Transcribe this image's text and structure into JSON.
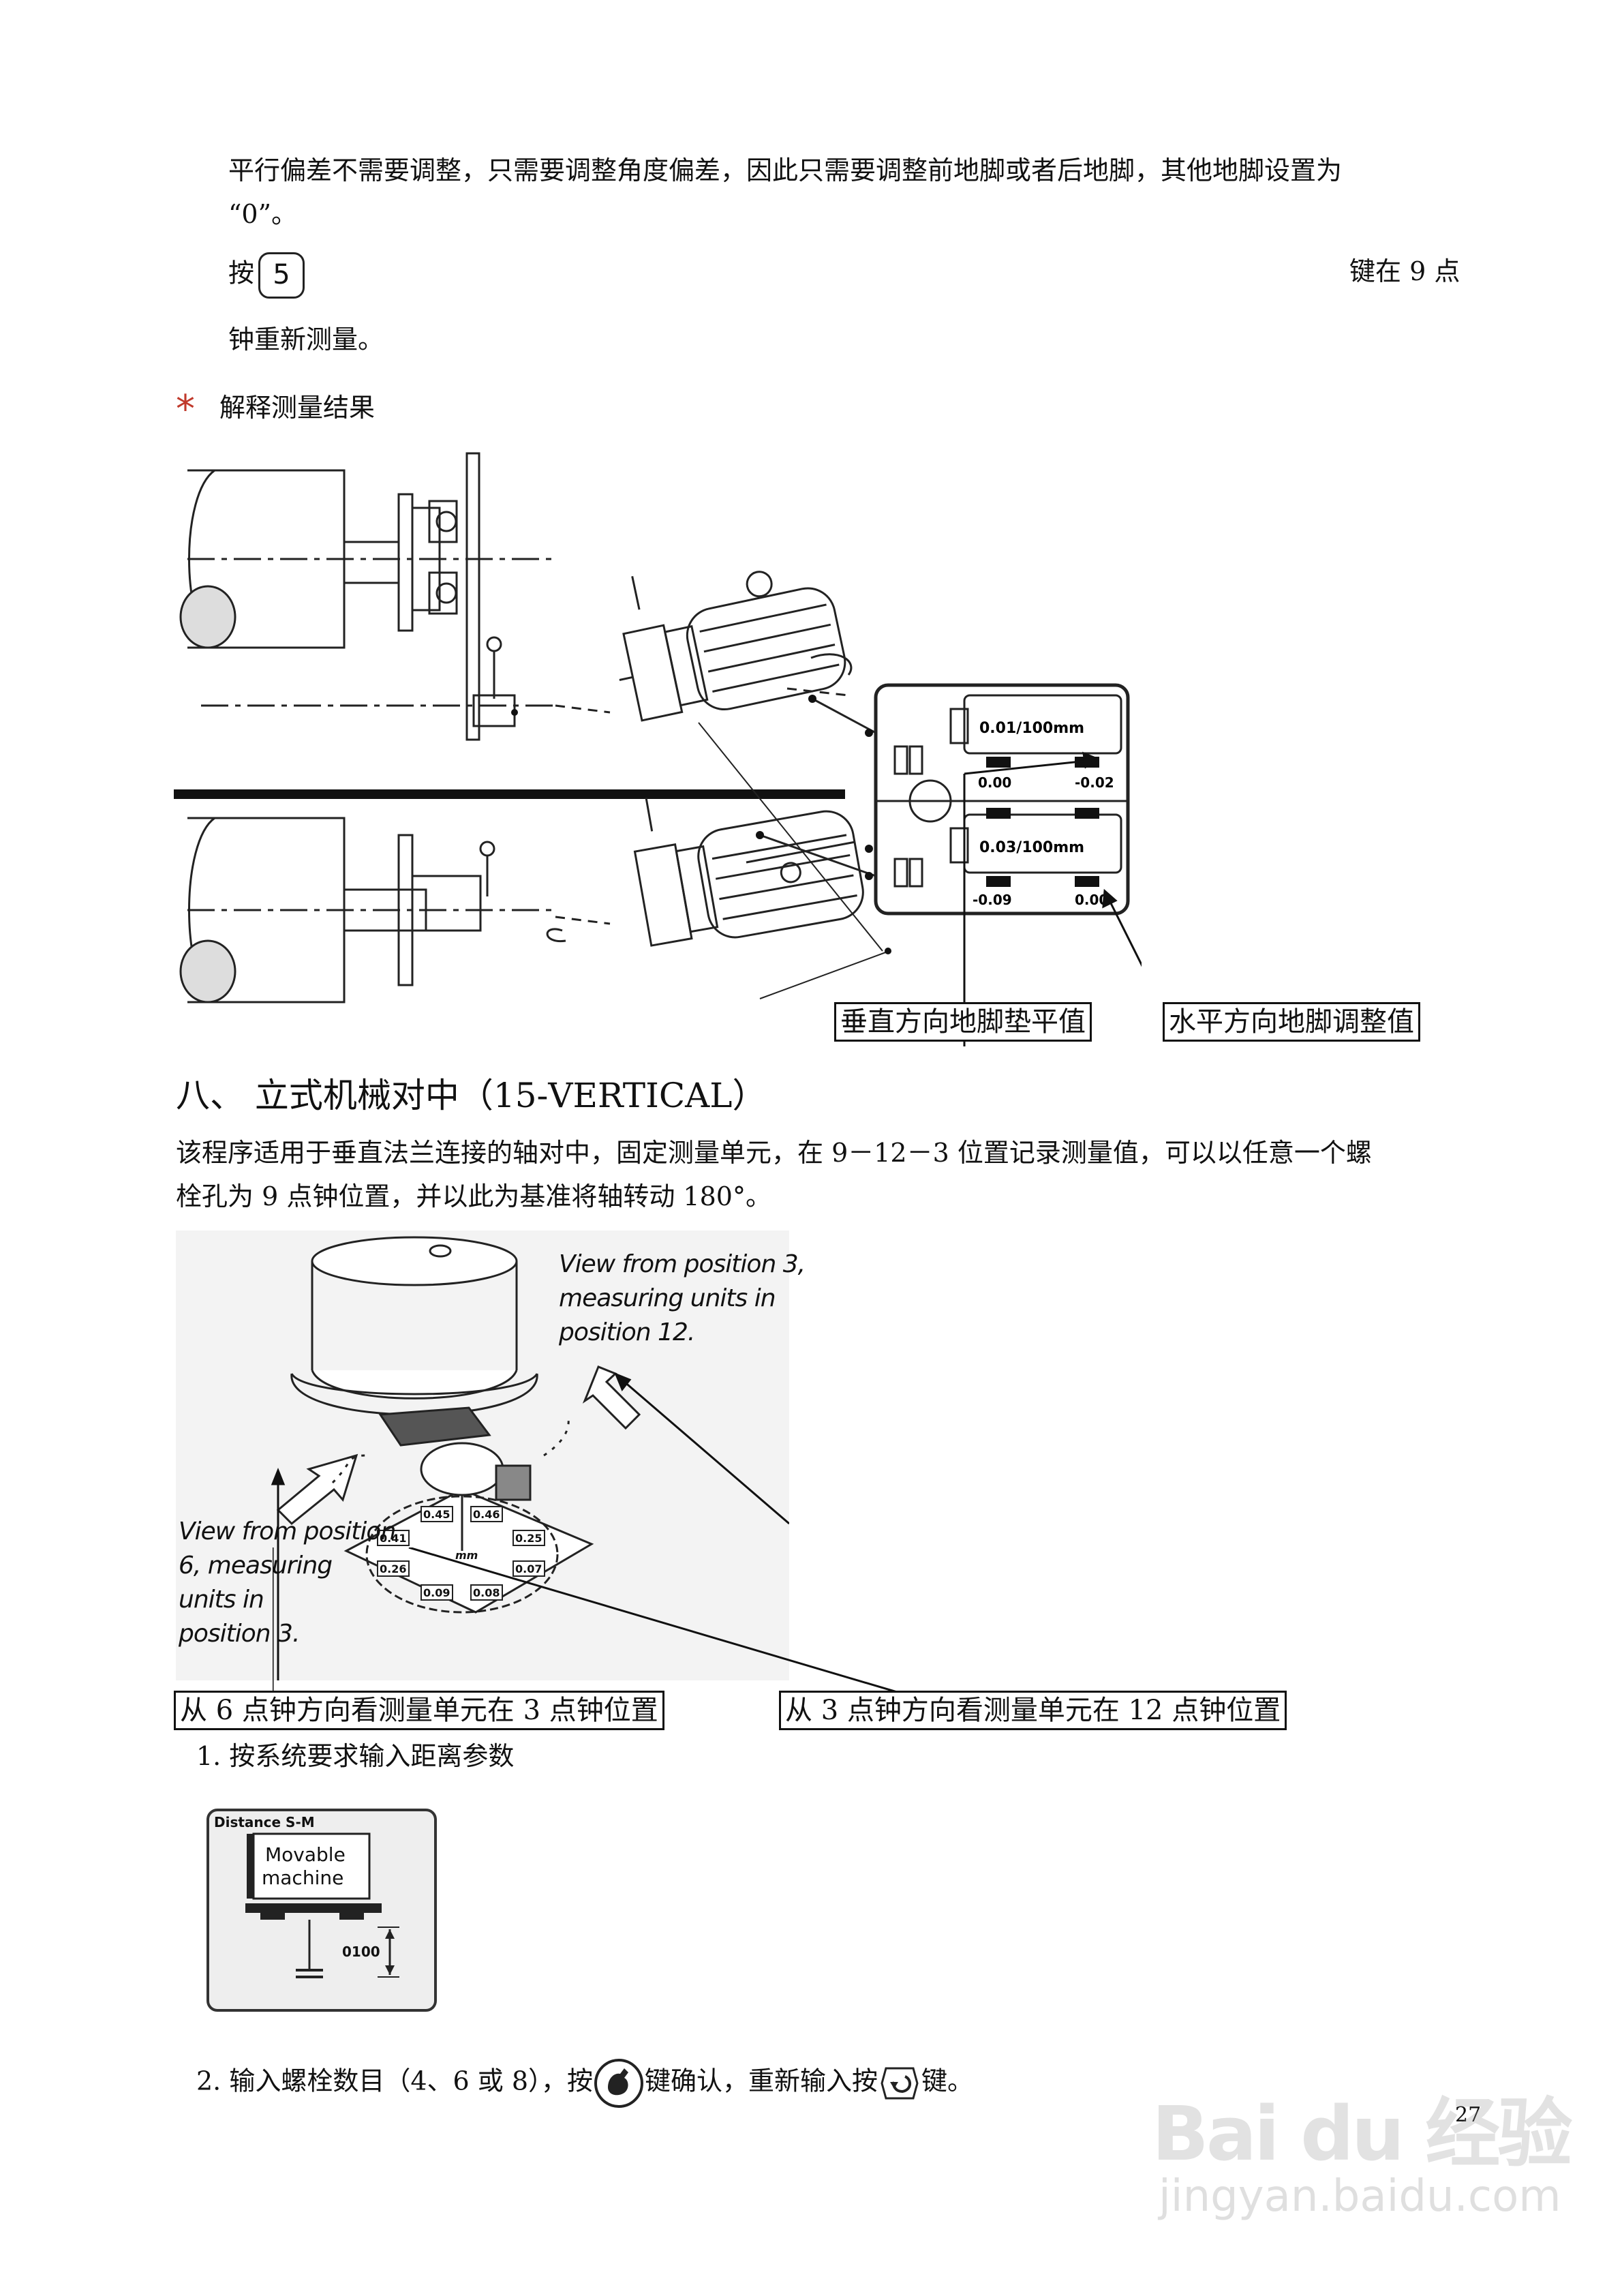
{
  "intro": {
    "line1": "平行偏差不需要调整，只需要调整角度偏差，因此只需要调整前地脚或者后地脚，其他地脚设置为",
    "line2": "“0”。",
    "press_prefix": "按",
    "key_label": "5",
    "press_suffix": "键在 9 点",
    "line4": "钟重新测量。"
  },
  "section_results": {
    "title": "解释测量结果"
  },
  "fig1": {
    "top_panel_value": "0.01/100mm",
    "top_left": "0.00",
    "top_right": "-0.02",
    "bottom_panel_value": "0.03/100mm",
    "bottom_left": "-0.09",
    "bottom_right": "0.00",
    "caption_left": "垂直方向地脚垫平值",
    "caption_right": "水平方向地脚调整值"
  },
  "section8": {
    "title": "八、  立式机械对中（15-VERTICAL）",
    "desc_line1": "该程序适用于垂直法兰连接的轴对中，固定测量单元，在 9－12－3 位置记录测量值，可以以任意一个螺",
    "desc_line2": "栓孔为 9 点钟位置，并以此为基准将轴转动 180°。"
  },
  "fig2": {
    "label_right": [
      "View from position 3,",
      "measuring units in",
      "position 12."
    ],
    "label_left": [
      "View from position",
      "6, measuring",
      "units in",
      "position 3."
    ],
    "values": [
      "0.45",
      "0.46",
      "0.41",
      "0.26",
      "0.25",
      "0.07",
      "0.09",
      "0.08"
    ],
    "center_unit": "mm",
    "caption_left": "从 6 点钟方向看测量单元在 3 点钟位置",
    "caption_right": "从 3 点钟方向看测量单元在 12 点钟位置"
  },
  "steps": {
    "step1": "1.  按系统要求输入距离参数",
    "step2_prefix": "2.  输入螺栓数目（4、6 或 8），按",
    "step2_mid": "键确认，重新输入按",
    "step2_suffix": "键。"
  },
  "fig3": {
    "title": "Distance S-M",
    "machine_line1": "Movable",
    "machine_line2": "machine",
    "distance": "0100"
  },
  "page_number": "27",
  "watermark": {
    "logo": "Bai du 经验",
    "url": "jingyan.baidu.com"
  }
}
